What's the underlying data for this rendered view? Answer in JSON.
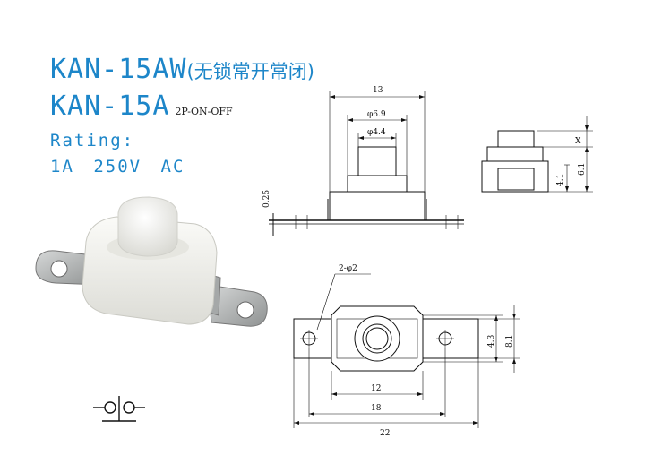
{
  "title": {
    "model_1": "KAN-15AW",
    "model_1_note": "(无锁常开常闭)",
    "model_2": "KAN-15A",
    "model_2_note": "2P-ON-OFF"
  },
  "rating": {
    "label": "Rating:",
    "value": "1A  250V  AC"
  },
  "dimensions": {
    "width_total": "13",
    "dia_outer": "φ6.9",
    "dia_inner": "φ4.4",
    "plate_thickness": "0.25",
    "stroke": "X",
    "side_height_small": "4.1",
    "side_height_large": "6.1",
    "holes": "2-φ2",
    "body_height": "4.3",
    "tab_height": "8.1",
    "body_width": "12",
    "hole_pitch": "18",
    "overall_length": "22"
  },
  "colors": {
    "title": "#1d86c9",
    "line": "#111111",
    "metal": "#b9bcbc",
    "plastic": "#efefea"
  }
}
